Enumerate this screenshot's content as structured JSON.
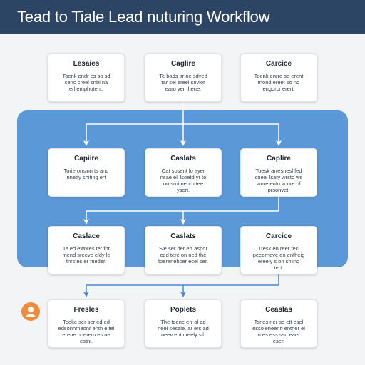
{
  "header": {
    "title": "Tead to Tiale Lead nuturing Workflow"
  },
  "colors": {
    "header_bg": "#2d4565",
    "panel_bg": "#5b98d8",
    "arrow": "#4a86d4",
    "avatar": "#f08a3c"
  },
  "avatar": {
    "icon": "user-icon"
  },
  "cards": [
    {
      "title": "Lesaies",
      "body": "Toenk endr es so sd\ncenc creel snbl na\nerl emphotent."
    },
    {
      "title": "Caglire",
      "body": "Te bads ar ne sdved\ntar sel ereel snvior\nearo yer thene."
    },
    {
      "title": "Carcice",
      "body": "Toenk enrre se erent\ntnond ereet so nd\nengorcr erert."
    },
    {
      "title": "Capiire",
      "body": "Torie onsinn ts and\nnnetty shiting ert"
    },
    {
      "title": "Caslats",
      "body": "Oat sosent lo ayer\nnsae ell lsoetd yr to\non sroi neorottee\nysert."
    },
    {
      "title": "Caplire",
      "body": "Toesk arresnesl fed\ncneel lsaty wrsto ws\nwrne enfu w ore of\nprsonvet."
    },
    {
      "title": "Caslace",
      "body": "Te ed ewnres ter for\nmend sreeve eldy le\ntnrstes er meder."
    },
    {
      "title": "Caslats",
      "body": "Sle ser der ert aspor\nced tere on ned the\ntoeranehcer ecel ser."
    },
    {
      "title": "Carcice",
      "body": "Tresk en reer fecl\npeeerneve en entheig\nereely s on shling\ntert."
    },
    {
      "title": "Fresles",
      "body": "Toeke ser ser ed ed\nedsonnmeonr enth e fel\nerene nnerem es ne\nestni."
    },
    {
      "title": "Poplets",
      "body": "The toene err ol ad\nneel sesale. ar ers ad\nneev ent creely sll."
    },
    {
      "title": "Ceaslas",
      "body": "Tsnes ner so ett esel\nessoleneenrl enther el\nmes ess ssd ears\neser."
    }
  ]
}
